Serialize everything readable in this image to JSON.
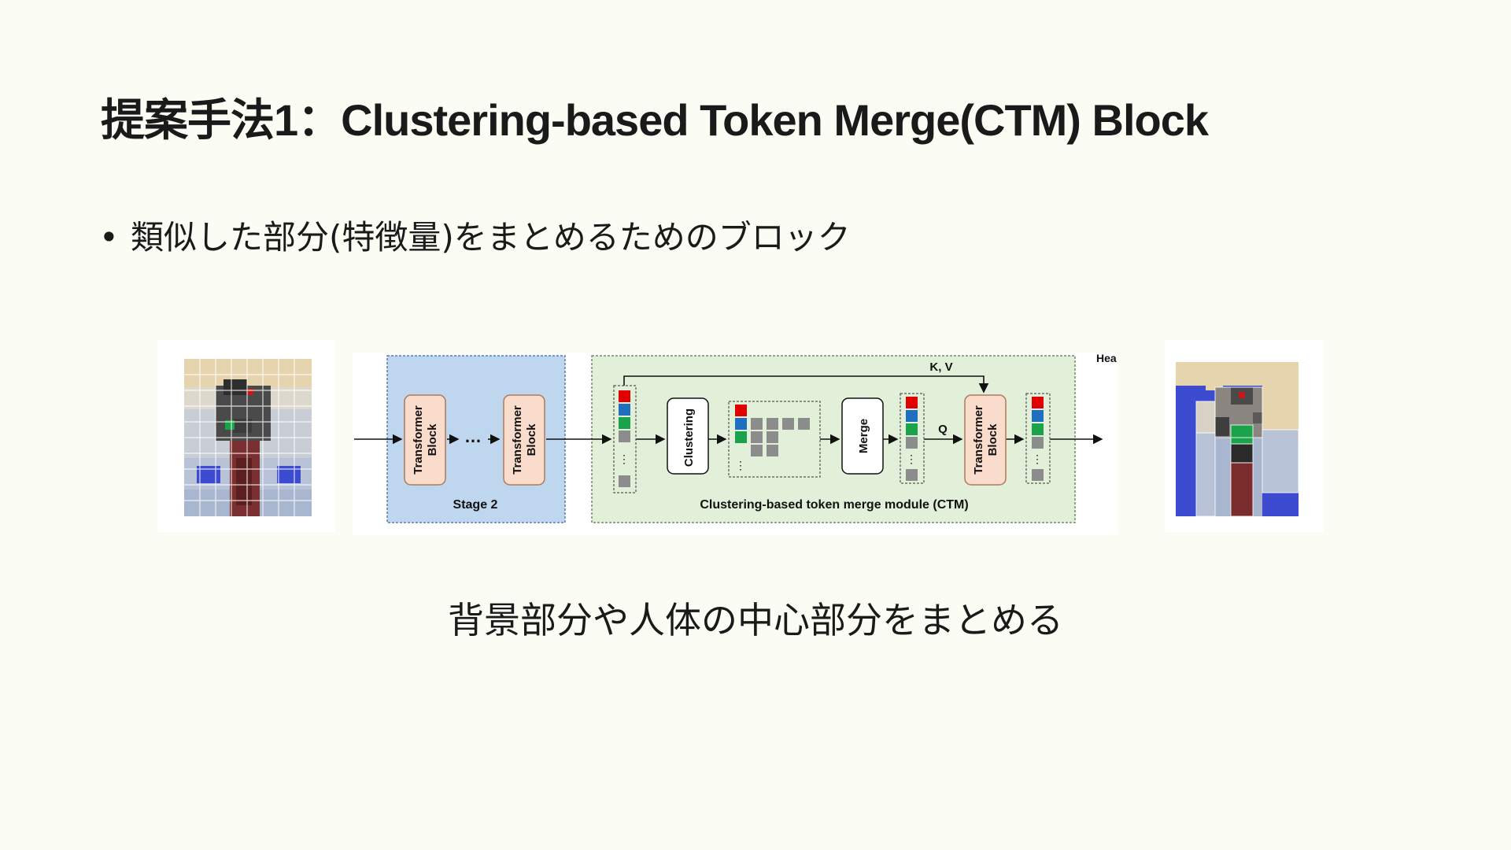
{
  "title": "提案手法1：Clustering-based Token Merge(CTM) Block",
  "bullet": "類似した部分(特徴量)をまとめるためのブロック",
  "caption": "背景部分や人体の中心部分をまとめる",
  "diagram": {
    "transformer_label_1": "Transformer",
    "transformer_label_2": "Block",
    "ellipsis": "…",
    "stage_label": "Stage 2",
    "clustering_label": "Clustering",
    "merge_label": "Merge",
    "kv_label": "K, V",
    "q_label": "Q",
    "ctm_label": "Clustering-based token merge module (CTM)",
    "head_label": "Hea"
  },
  "colors": {
    "background": "#fbfcf3",
    "stage_fill": "#bed6ee",
    "ctm_fill": "#e2efd9",
    "transformer_fill": "#f9dccb",
    "token_red": "#e00000",
    "token_blue": "#1f6fc1",
    "token_green": "#1aa34a",
    "token_gray": "#8c8c8c"
  }
}
